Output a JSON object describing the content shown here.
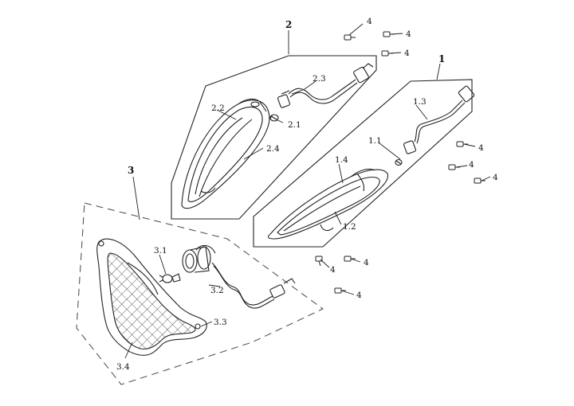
{
  "group_labels": {
    "g1": "1",
    "g2": "2",
    "g3": "3"
  },
  "part_labels": {
    "p1_1": "1.1",
    "p1_2": "1.2",
    "p1_3": "1.3",
    "p1_4": "1.4",
    "p2_1": "2.1",
    "p2_2": "2.2",
    "p2_3": "2.3",
    "p2_4": "2.4",
    "p3_1": "3.1",
    "p3_2": "3.2",
    "p3_3": "3.3",
    "p3_4": "3.4",
    "screw": "4"
  },
  "colors": {
    "line": "#222222",
    "dash": "#555555",
    "fill": "#ffffff"
  }
}
